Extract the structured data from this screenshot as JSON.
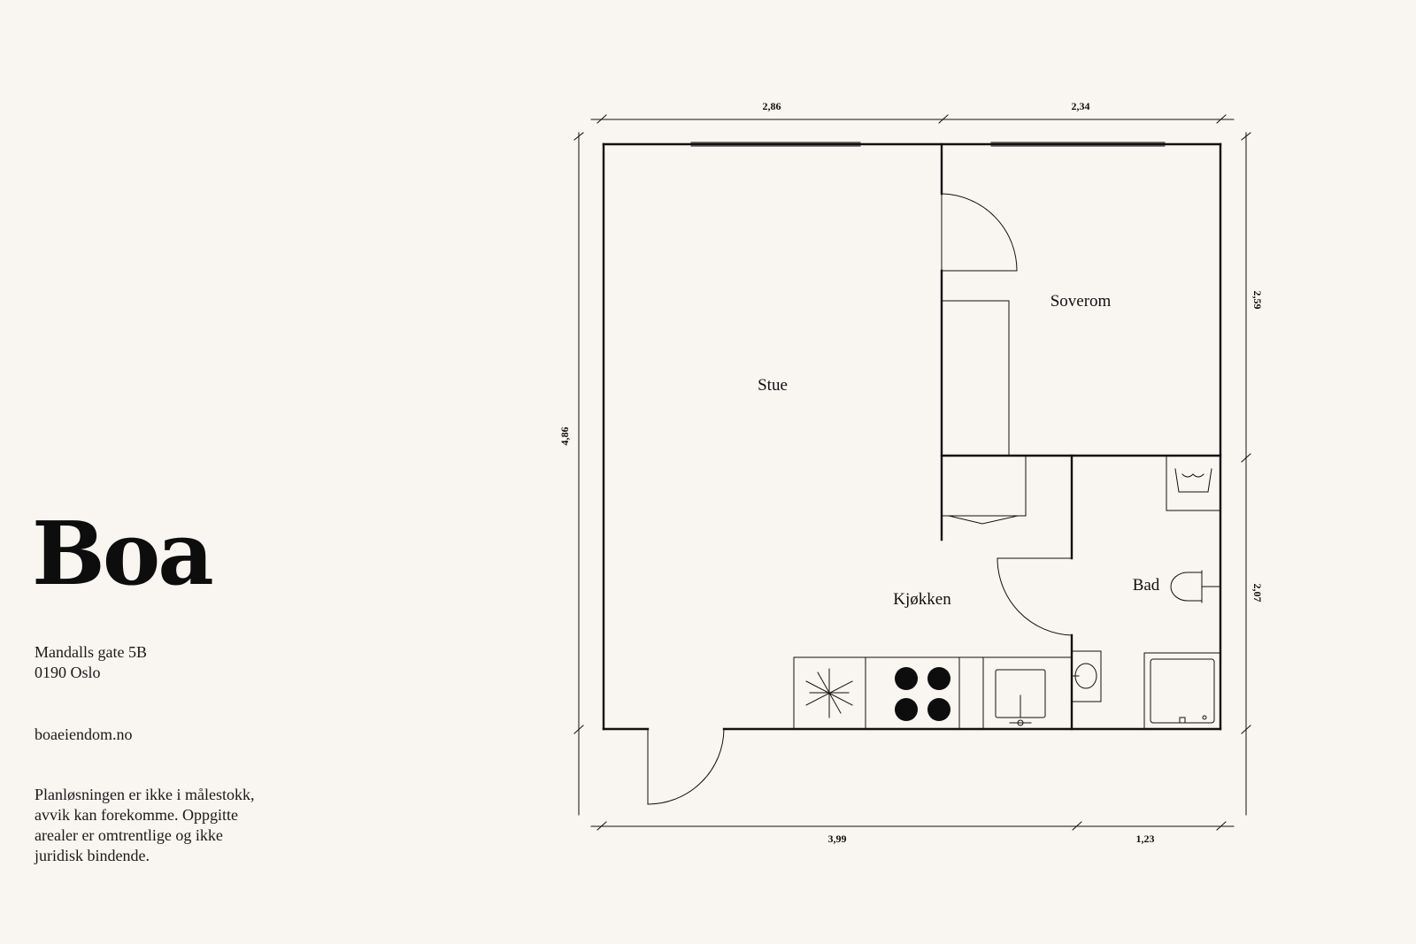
{
  "brand": {
    "name": "Boa"
  },
  "address": {
    "street": "Mandalls gate 5B",
    "city": "0190 Oslo"
  },
  "website": "boaeiendom.no",
  "disclaimer": {
    "lines": [
      "Planløsningen er ikke i målestokk,",
      "avvik kan forekomme. Oppgitte",
      "arealer er omtrentlige og ikke",
      "juridisk bindende."
    ]
  },
  "floorplan": {
    "rooms": {
      "stue": "Stue",
      "soverom": "Soverom",
      "kjokken": "Kjøkken",
      "bad": "Bad"
    },
    "dimensions": {
      "top_left": "2,86",
      "top_right": "2,34",
      "bottom_left": "3,99",
      "bottom_right": "1,23",
      "left": "4,86",
      "right_top": "2,59",
      "right_bottom": "2,07"
    }
  },
  "colors": {
    "background": "#f9f5f0",
    "ink": "#111111"
  }
}
